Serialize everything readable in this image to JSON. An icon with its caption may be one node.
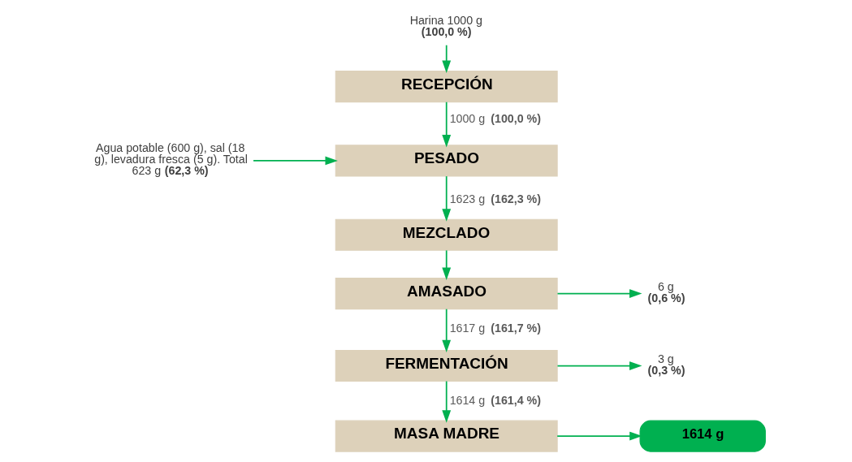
{
  "diagram": {
    "nodes": [
      {
        "text": [
          "Harina 1000 g",
          "**(100,0 %)**"
        ]
      },
      {
        "text": [
          "RECEPCIÓN"
        ]
      },
      {
        "text": [
          "Agua potable (600 g), sal (18 g), levadura fresca (5 g). Total 623 g **(62,3 %)**"
        ]
      },
      {
        "text": [
          "PESADO"
        ]
      },
      {
        "text": [
          "MEZCLADO"
        ]
      },
      {
        "text": [
          "AMASADO"
        ]
      },
      {
        "text": [
          "6 g",
          "**(0,6 %)**"
        ]
      },
      {
        "text": [
          "FERMENTACIÓN"
        ]
      },
      {
        "text": [
          "3 g",
          "**(0,3 %)**"
        ]
      },
      {
        "text": [
          "MASA MADRE"
        ]
      },
      {
        "text": [
          "1614 g"
        ]
      }
    ],
    "edges": [
      {
        "from": 0,
        "to": 1,
        "arrow": "to"
      },
      {
        "from": 1,
        "to": 3,
        "arrow": "to",
        "label": "1000 g **(100,0 %)**"
      },
      {
        "from": 2,
        "to": 3,
        "arrow": "to"
      },
      {
        "from": 3,
        "to": 4,
        "arrow": "to",
        "label": "1623 g **(162,3 %)**"
      },
      {
        "from": 4,
        "to": 5,
        "arrow": "to"
      },
      {
        "from": 5,
        "to": 6,
        "arrow": "to"
      },
      {
        "from": 5,
        "to": 7,
        "arrow": "to",
        "label": "1617 g **(161,7 %)**"
      },
      {
        "from": 7,
        "to": 8,
        "arrow": "to"
      },
      {
        "from": 7,
        "to": 9,
        "arrow": "to",
        "label": "1614 g **(161,4 %)**"
      },
      {
        "from": 9,
        "to": 10,
        "arrow": "to"
      }
    ]
  }
}
